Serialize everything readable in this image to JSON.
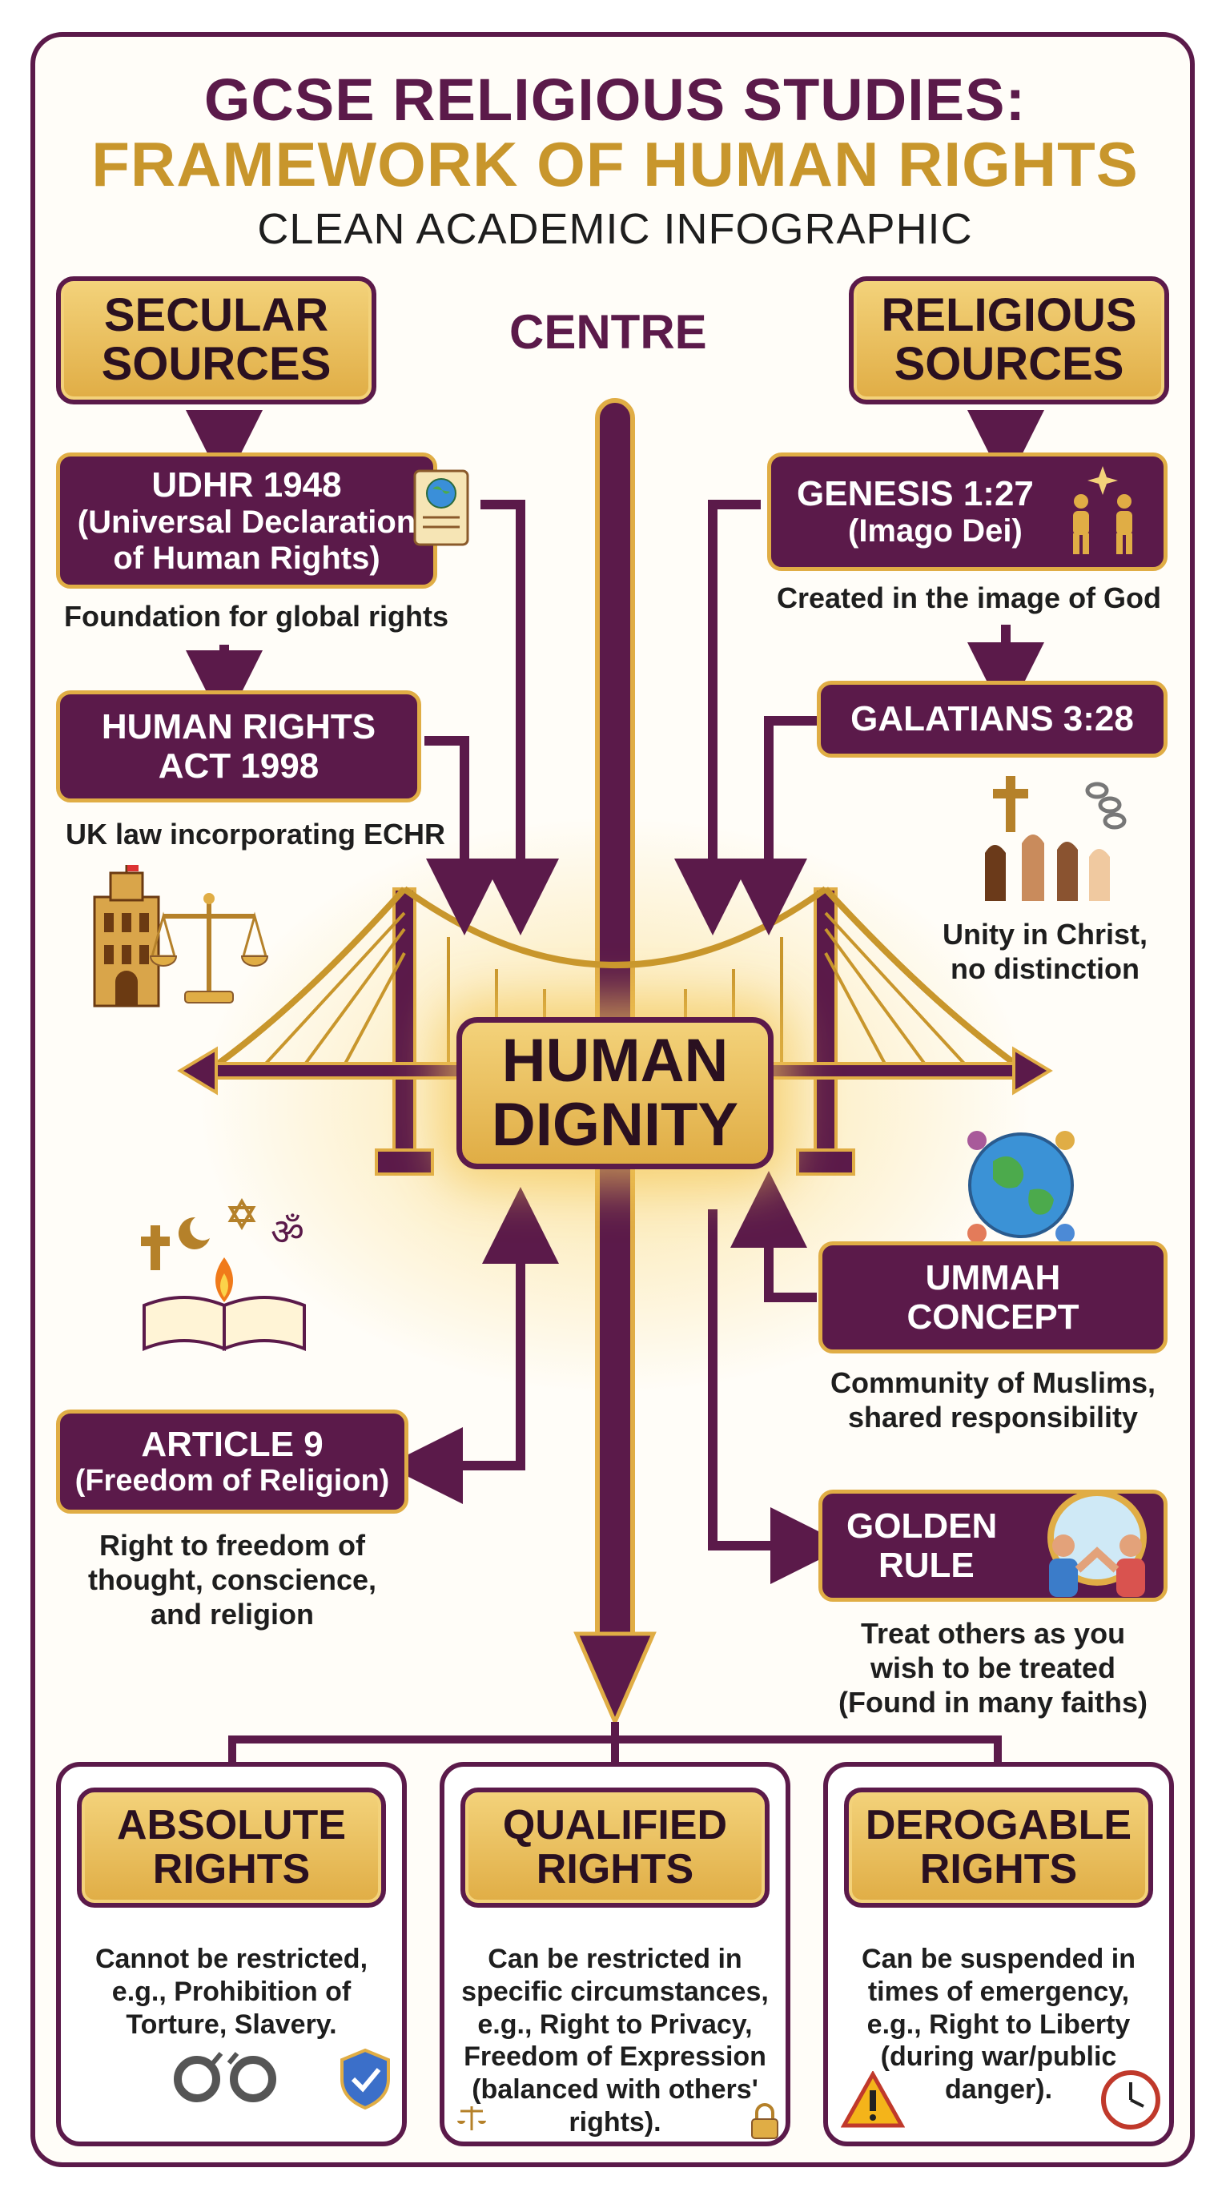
{
  "header": {
    "title_line1": "GCSE RELIGIOUS STUDIES:",
    "title_line2": "FRAMEWORK OF HUMAN RIGHTS",
    "subtitle": "CLEAN ACADEMIC INFOGRAPHIC"
  },
  "centre_label": "CENTRE",
  "centre_box": {
    "line1": "HUMAN",
    "line2": "DIGNITY"
  },
  "secular": {
    "heading": {
      "line1": "SECULAR",
      "line2": "SOURCES"
    },
    "udhr": {
      "title": "UDHR 1948",
      "sub1": "(Universal Declaration",
      "sub2": "of Human Rights)",
      "caption": "Foundation for global rights"
    },
    "hra": {
      "line1": "HUMAN RIGHTS",
      "line2": "ACT 1998",
      "caption": "UK law incorporating ECHR"
    },
    "article9": {
      "title": "ARTICLE 9",
      "sub": "(Freedom of Religion)",
      "caption1": "Right to freedom of",
      "caption2": "thought, conscience,",
      "caption3": "and religion"
    }
  },
  "religious": {
    "heading": {
      "line1": "RELIGIOUS",
      "line2": "SOURCES"
    },
    "genesis": {
      "title": "GENESIS 1:27",
      "sub": "(Imago Dei)",
      "caption": "Created in the image of God"
    },
    "galatians": {
      "title": "GALATIANS 3:28",
      "caption1": "Unity in Christ,",
      "caption2": "no distinction"
    },
    "ummah": {
      "line1": "UMMAH",
      "line2": "CONCEPT",
      "caption1": "Community of Muslims,",
      "caption2": "shared responsibility"
    },
    "golden": {
      "line1": "GOLDEN",
      "line2": "RULE",
      "caption1": "Treat others as you",
      "caption2": "wish to be treated",
      "caption3": "(Found in many faiths)"
    }
  },
  "rights": [
    {
      "title1": "ABSOLUTE",
      "title2": "RIGHTS",
      "lines": [
        "Cannot be restricted,",
        "e.g., Prohibition of",
        "Torture, Slavery."
      ]
    },
    {
      "title1": "QUALIFIED",
      "title2": "RIGHTS",
      "lines": [
        "Can be restricted in",
        "specific circumstances,",
        "e.g., Right to Privacy,",
        "Freedom of Expression",
        "(balanced with others'",
        "rights)."
      ]
    },
    {
      "title1": "DEROGABLE",
      "title2": "RIGHTS",
      "lines": [
        "Can be suspended in",
        "times of emergency,",
        "e.g., Right to Liberty",
        "(during war/public",
        "danger)."
      ]
    }
  ],
  "colors": {
    "plum": "#5b1a4a",
    "gold": "#e0ad45",
    "light_gold": "#f3d27a"
  },
  "icons": [
    "scroll-globe-icon",
    "people-glow-icon",
    "parliament-icon",
    "scales-icon",
    "cross-hands-chain-icon",
    "globe-people-icon",
    "faith-symbols-book-icon",
    "mirror-people-icon",
    "handcuffs-icon",
    "shield-check-icon",
    "small-scales-icon",
    "padlock-icon",
    "warning-icon",
    "clock-icon"
  ]
}
